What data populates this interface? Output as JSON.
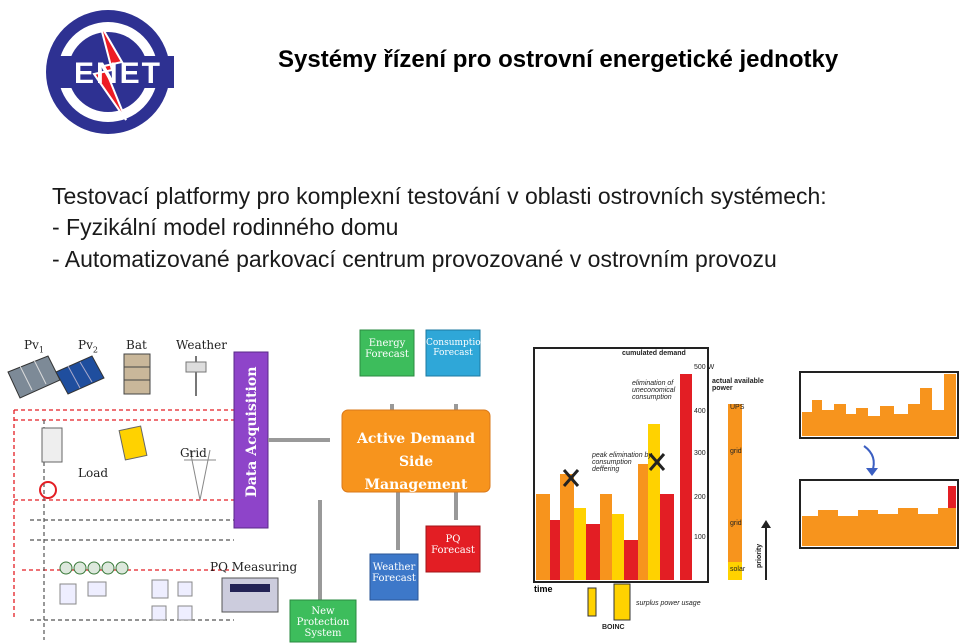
{
  "logo": {
    "text": "ENET"
  },
  "title": "Systémy řízení pro ostrovní energetické jednotky",
  "body": {
    "line1": "Testovací platformy pro komplexní testování v oblasti ostrovních systémech:",
    "line2": "- Fyzikální model rodinného domu",
    "line3": "- Automatizované parkovací centrum provozované v ostrovním provozu"
  },
  "diagram_left": {
    "pv1": "Pv",
    "pv1_sub": "1",
    "pv2": "Pv",
    "pv2_sub": "2",
    "bat": "Bat",
    "weather": "Weather",
    "load": "Load",
    "grid": "Grid",
    "pq_measuring": "PQ Measuring",
    "data_acquisition": "Data Acquisition",
    "energy_forecast": "Energy Forecast",
    "consumption_forecast": "Consumption Forecast",
    "adsm_line1": "Active Demand Side",
    "adsm_line2": "Management",
    "weather_forecast": "Weather Forecast",
    "pq_forecast": "PQ Forecast",
    "new_protection": "New Protection System"
  },
  "diagram_right": {
    "cumulated_demand": "cumulated demand",
    "w500": "500 W",
    "tick400": "400",
    "tick300": "300",
    "tick200": "200",
    "tick100": "100",
    "elimination": "elimination of uneconomical consumption",
    "actual_available": "actual available power",
    "ups": "UPS",
    "grid1": "grid",
    "peak": "peak elimination by consumption deffering",
    "grid2": "grid",
    "solar": "solar",
    "priority": "priority",
    "time": "time",
    "surplus": "surplus power usage",
    "boinc": "BOINC"
  },
  "colors": {
    "logo_navy": "#2e3192",
    "logo_red": "#ed1c24",
    "orange": "#f7941d",
    "yellow": "#ffd200",
    "red": "#e31e24"
  }
}
